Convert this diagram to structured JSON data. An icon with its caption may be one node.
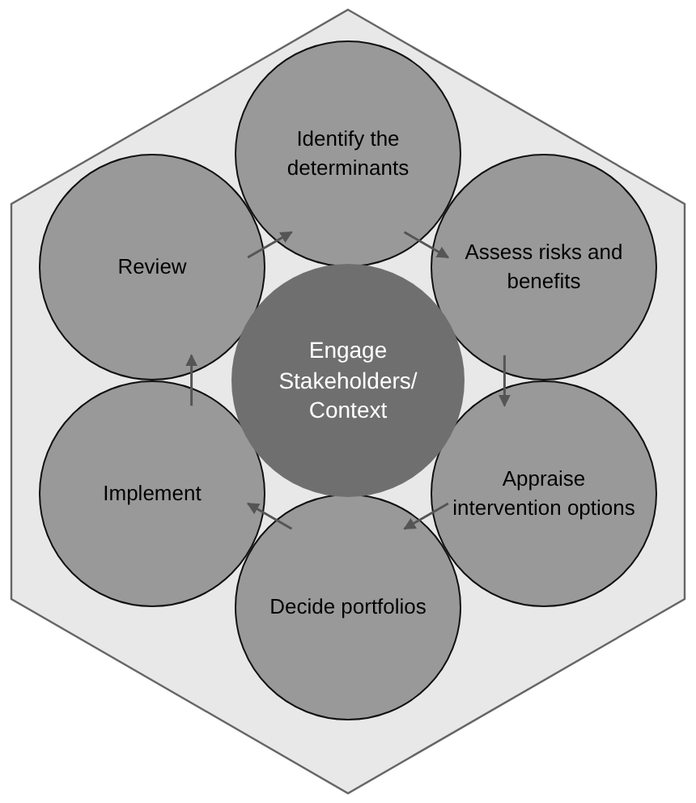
{
  "diagram": {
    "nodes": [
      {
        "text": [],
        "shape": "hexagon"
      },
      {
        "text": [
          "Engage Stakeholders/ Context"
        ],
        "in": 0
      },
      {
        "text": [
          "Identify the determinants"
        ],
        "in": 0
      },
      {
        "text": [
          "Assess risks and benefits"
        ],
        "in": 0
      },
      {
        "text": [
          "Appraise intervention options"
        ],
        "in": 0
      },
      {
        "text": [
          "Decide portfolios"
        ],
        "in": 0
      },
      {
        "text": [
          "Implement"
        ],
        "in": 0
      },
      {
        "text": [
          "Review"
        ],
        "in": 0
      }
    ],
    "edges": [
      {
        "from": 2,
        "to": 3,
        "arrow": "to"
      },
      {
        "from": 3,
        "to": 4,
        "arrow": "to"
      },
      {
        "from": 4,
        "to": 5,
        "arrow": "to"
      },
      {
        "from": 5,
        "to": 6,
        "arrow": "to"
      },
      {
        "from": 6,
        "to": 7,
        "arrow": "to"
      },
      {
        "from": 7,
        "to": 2,
        "arrow": "to"
      }
    ]
  }
}
